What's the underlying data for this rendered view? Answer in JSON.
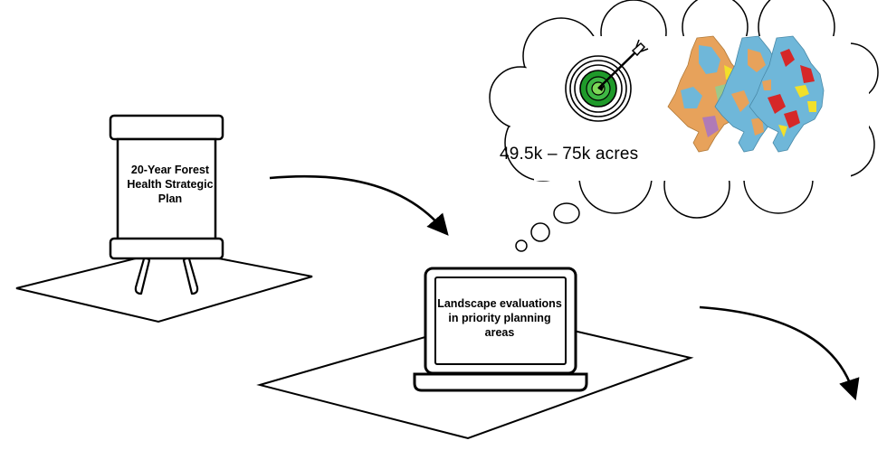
{
  "steps": {
    "plan_label": "20-Year Forest Health Strategic Plan",
    "evaluation_label": "Landscape evaluations in priority planning areas"
  },
  "thought_bubble": {
    "acres_label": "49.5k – 75k acres",
    "target_icon": "bullseye-with-arrow-icon",
    "map_icons": [
      "landscape-map-icon",
      "landscape-map-icon",
      "landscape-map-icon"
    ]
  },
  "colors": {
    "outline": "#000000",
    "target_green": "#1f9a2a",
    "target_light_green": "#7ed957",
    "map_blue": "#6fb7d9",
    "map_orange": "#e7a25b",
    "map_red": "#d62728",
    "map_yellow": "#f2e02a"
  }
}
